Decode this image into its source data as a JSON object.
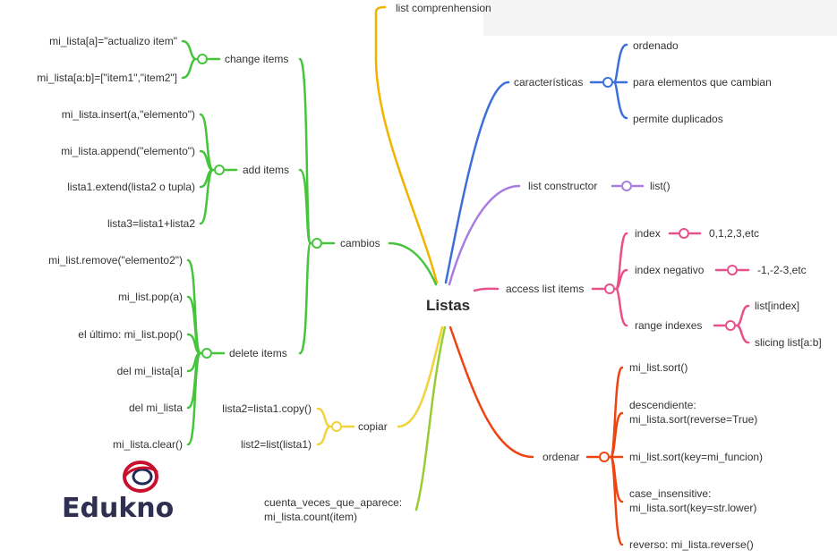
{
  "root": "Listas",
  "colors": {
    "green": "#45c43c",
    "orange": "#f0b400",
    "blue": "#3c6fd8",
    "purple": "#a77ee0",
    "pink": "#e8508a",
    "red": "#ee4411",
    "yellow": "#f0d33a",
    "lime": "#99cc33"
  },
  "branches": {
    "list_comprehension": "list comprenhension",
    "caracteristicas": {
      "label": "características",
      "children": [
        "ordenado",
        "para elementos que cambian",
        "permite duplicados"
      ]
    },
    "list_constructor": {
      "label": "list constructor",
      "child": "list()"
    },
    "access": {
      "label": "access list items",
      "index": {
        "label": "index",
        "child": "0,1,2,3,etc"
      },
      "index_negativo": {
        "label": "index negativo",
        "child": "-1,-2-3,etc"
      },
      "range": {
        "label": "range indexes",
        "children": [
          "list[index]",
          "slicing list[a:b]"
        ]
      }
    },
    "ordenar": {
      "label": "ordenar",
      "children": {
        "sort": "mi_list.sort()",
        "desc_1": "descendiente:",
        "desc_2": "mi_lista.sort(reverse=True)",
        "key": "mi_list.sort(key=mi_funcion)",
        "case_1": "case_insensitive:",
        "case_2": "mi_lista.sort(key=str.lower)",
        "reverso": "reverso:  mi_lista.reverse()"
      }
    },
    "cambios": {
      "label": "cambios",
      "change": {
        "label": "change items",
        "children": [
          "mi_lista[a]=\"actualizo item\"",
          "mi_lista[a:b]=[\"item1\",\"item2\"]"
        ]
      },
      "add": {
        "label": "add items",
        "children": [
          "mi_lista.insert(a,\"elemento\")",
          "mi_lista.append(\"elemento\")",
          "lista1.extend(lista2 o tupla)",
          "lista3=lista1+lista2"
        ]
      },
      "delete": {
        "label": "delete items",
        "children": [
          "mi_list.remove(\"elemento2\")",
          "mi_list.pop(a)",
          "el último: mi_list.pop()",
          "del mi_lista[a]",
          "del mi_lista",
          "mi_lista.clear()"
        ]
      }
    },
    "copiar": {
      "label": "copiar",
      "children": [
        "lista2=lista1.copy()",
        "list2=list(lista1)"
      ]
    },
    "count": {
      "line1": "cuenta_veces_que_aparece:",
      "line2": "mi_lista.count(item)"
    }
  },
  "logo": {
    "text": "Edukno"
  }
}
